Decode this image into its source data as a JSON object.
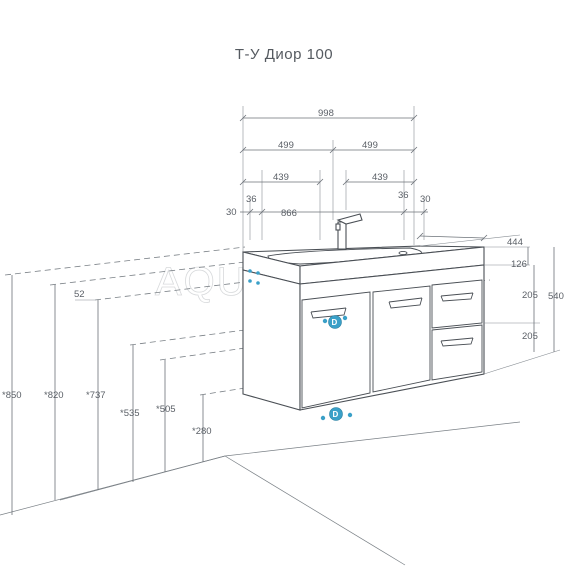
{
  "title": "Т-У Диор 100",
  "watermark": "AQUATON",
  "dimensions": {
    "total_width": "998",
    "half_left": "499",
    "half_right": "499",
    "faucet_offset_left": "439",
    "faucet_offset_right": "439",
    "edge_left_outer": "30",
    "edge_left_inner": "36",
    "inner_span": "866",
    "edge_right_inner": "36",
    "edge_right_outer": "30",
    "depth": "444",
    "top_height": "126",
    "drawer_upper": "205",
    "drawer_lower": "205",
    "cabinet_height": "540",
    "bowl_depth": "52",
    "h850": "*850",
    "h820": "*820",
    "h737": "*737",
    "h535": "*535",
    "h505": "*505",
    "h280": "*280"
  },
  "fitting_label": "D",
  "colors": {
    "line": "#4a4f55",
    "accent": "#3aa0c8",
    "text": "#5a5f66"
  }
}
